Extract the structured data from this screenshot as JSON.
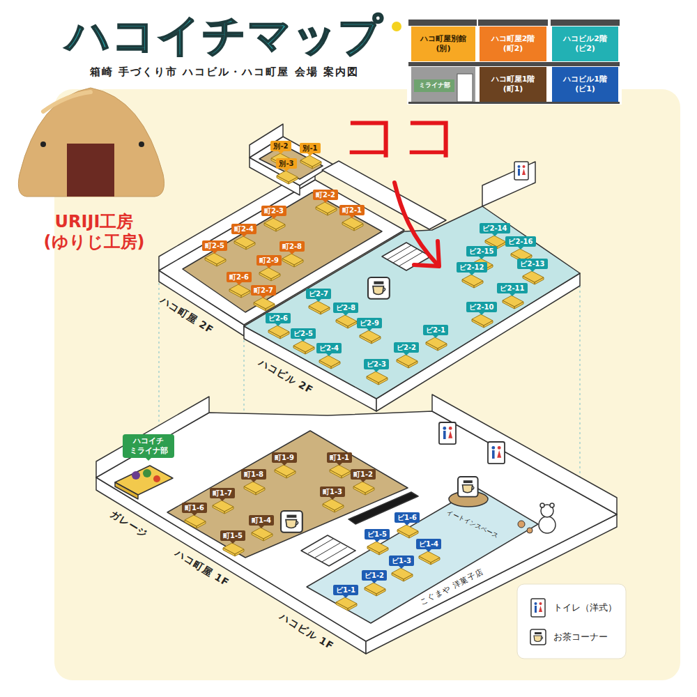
{
  "diagram": {
    "title": "ハコイチマップ",
    "nodes": [
      {
        "text": [
          "別-2"
        ]
      },
      {
        "text": [
          "別-1"
        ]
      },
      {
        "text": [
          "別-3"
        ]
      },
      {
        "text": [
          "町2-2"
        ]
      },
      {
        "text": [
          "町2-3"
        ]
      },
      {
        "text": [
          "町2-1"
        ]
      },
      {
        "text": [
          "町2-4"
        ]
      },
      {
        "text": [
          "町2-5"
        ]
      },
      {
        "text": [
          "町2-8"
        ]
      },
      {
        "text": [
          "町2-9"
        ]
      },
      {
        "text": [
          "町2-6"
        ]
      },
      {
        "text": [
          "町2-7"
        ]
      },
      {
        "text": [
          "ビ2-14"
        ]
      },
      {
        "text": [
          "ビ2-16"
        ]
      },
      {
        "text": [
          "ビ2-15"
        ]
      },
      {
        "text": [
          "ビ2-12"
        ]
      },
      {
        "text": [
          "ビ2-13"
        ]
      },
      {
        "text": [
          "ビ2-11"
        ]
      },
      {
        "text": [
          "ビ2-7"
        ]
      },
      {
        "text": [
          "ビ2-8"
        ]
      },
      {
        "text": [
          "ビ2-10"
        ]
      },
      {
        "text": [
          "ビ2-6"
        ]
      },
      {
        "text": [
          "ビ2-9"
        ]
      },
      {
        "text": [
          "ビ2-1"
        ]
      },
      {
        "text": [
          "ビ2-5"
        ]
      },
      {
        "text": [
          "ビ2-4"
        ]
      },
      {
        "text": [
          "ビ2-2"
        ]
      },
      {
        "text": [
          "ビ2-3"
        ]
      },
      {
        "text": [
          "ハコイチ ミライナ部"
        ]
      },
      {
        "text": [
          "町1-9"
        ]
      },
      {
        "text": [
          "町1-1"
        ]
      },
      {
        "text": [
          "町1-8"
        ]
      },
      {
        "text": [
          "町1-2"
        ]
      },
      {
        "text": [
          "町1-7"
        ]
      },
      {
        "text": [
          "町1-3"
        ]
      },
      {
        "text": [
          "町1-6"
        ]
      },
      {
        "text": [
          "町1-4"
        ]
      },
      {
        "text": [
          "町1-5"
        ]
      },
      {
        "text": [
          "ビ1-6"
        ]
      },
      {
        "text": [
          "ビ1-5"
        ]
      },
      {
        "text": [
          "ビ1-4"
        ]
      },
      {
        "text": [
          "ビ1-3"
        ]
      },
      {
        "text": [
          "ビ1-2"
        ]
      },
      {
        "text": [
          "ビ1-1"
        ]
      }
    ],
    "labels": [
      "箱崎 手づくり市 ハコビル・ハコ町屋 会場 案内図",
      "URIJI工房 (ゆりじ工房)",
      "ココ",
      "ハコ町屋 2F",
      "ハコビル 2F",
      "ガレージ",
      "ハコ町屋 1F",
      "ハコビル 1F",
      "イートインスペース",
      "こぐまや 洋菓子店"
    ],
    "legend": [
      {
        "text": "ハコ町屋別館 (別)",
        "color": "#f7a823"
      },
      {
        "text": "ハコ町屋2階 (町2)",
        "color": "#f07c22"
      },
      {
        "text": "ハコビル2階 (ビ2)",
        "color": "#22b1b4"
      },
      {
        "text": "ミライナ部",
        "color": "#6fa36f"
      },
      {
        "text": "ハコ町屋1階 (町1)",
        "color": "#6b4220"
      },
      {
        "text": "ハコビル1階 (ビ1)",
        "color": "#1e5cb3"
      },
      {
        "text": "トイレ（洋式）"
      },
      {
        "text": "お茶コーナー"
      }
    ]
  }
}
